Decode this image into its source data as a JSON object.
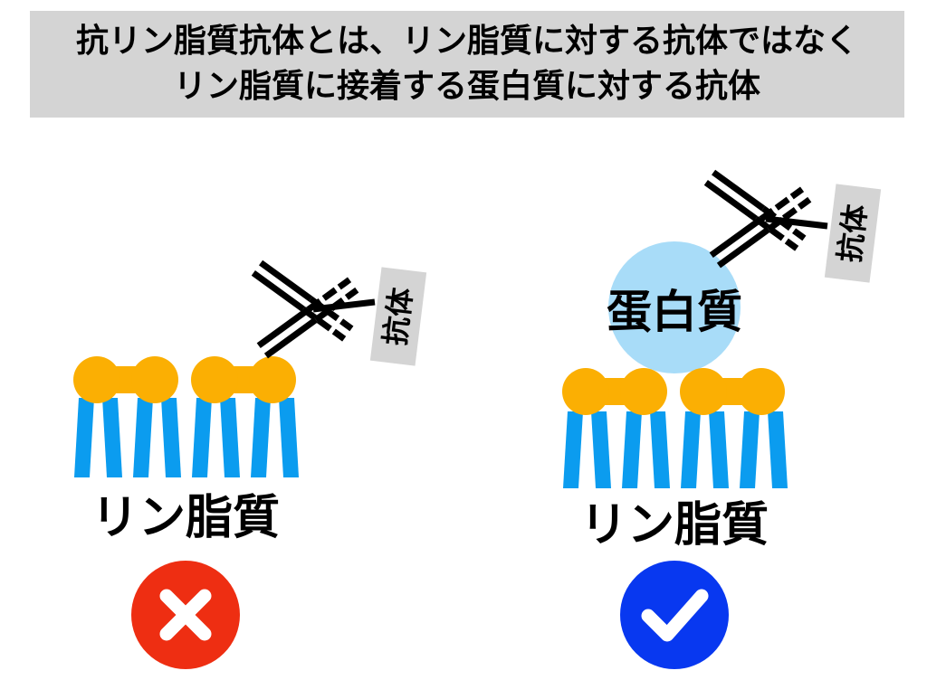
{
  "header": {
    "line1": "抗リン脂質抗体とは、リン脂質に対する抗体ではなく",
    "line2": "リン脂質に接着する蛋白質に対する抗体"
  },
  "left_panel": {
    "antibody_label": "抗体",
    "membrane_label": "リン脂質",
    "verdict_icon": "cross-icon"
  },
  "right_panel": {
    "protein_label": "蛋白質",
    "antibody_label": "抗体",
    "membrane_label": "リン脂質",
    "verdict_icon": "check-icon"
  },
  "colors": {
    "header_background": "#d4d4d4",
    "phospholipid_head": "#fbaf03",
    "phospholipid_tail": "#0b9cef",
    "protein": "#a8dcf8",
    "antibody": "#000000",
    "label_box": "#d4d4d4",
    "wrong": "#ee2e12",
    "correct": "#0838f0"
  }
}
